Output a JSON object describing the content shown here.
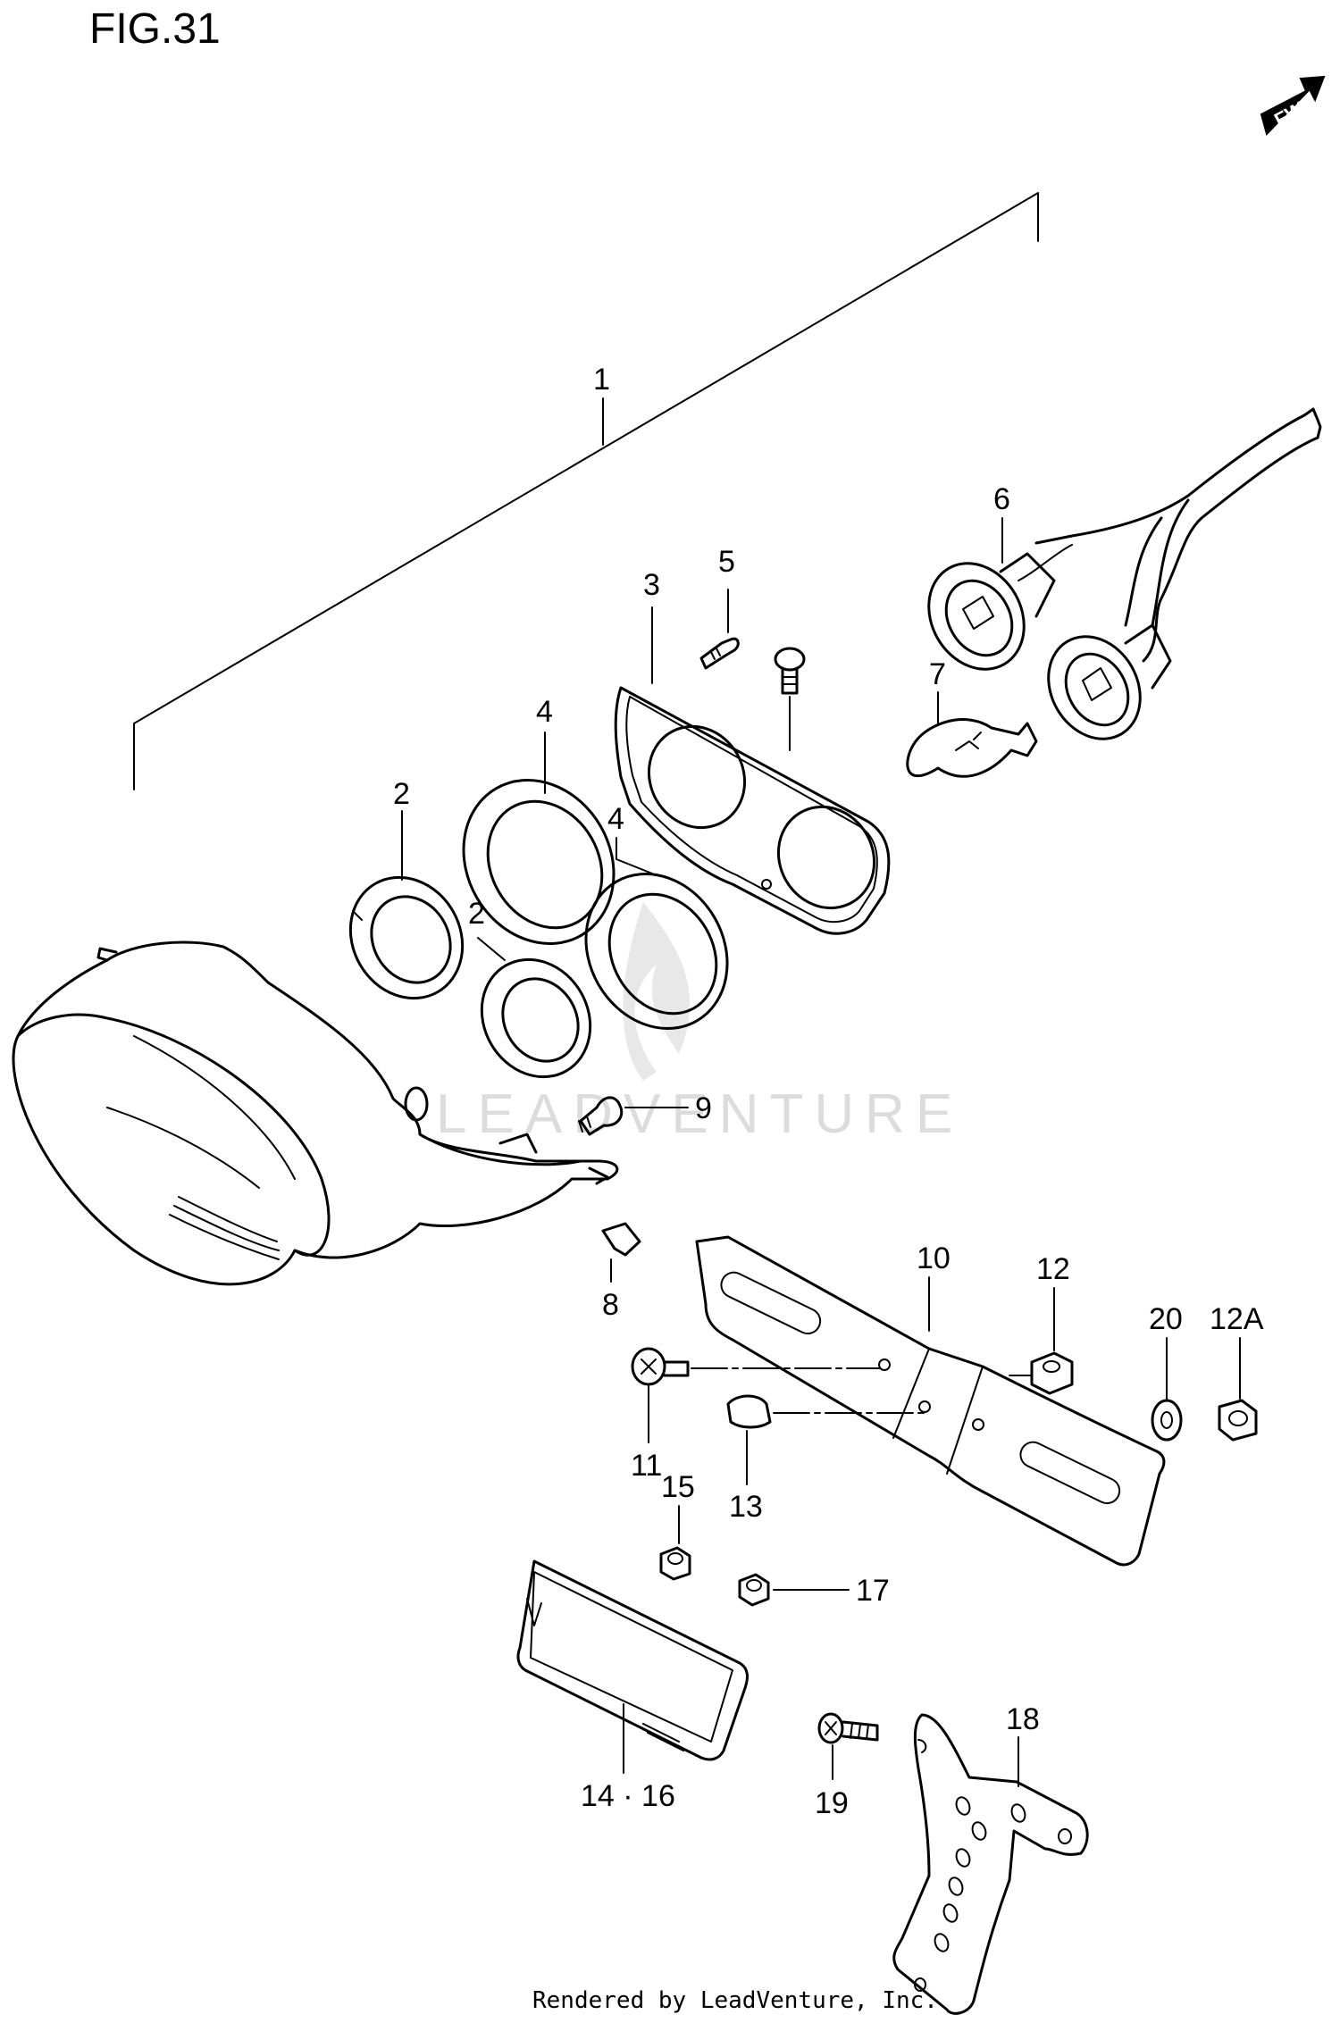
{
  "figure": {
    "title": "FIG.31"
  },
  "direction_badge": {
    "label": "FWD"
  },
  "watermark": {
    "text": "LEADVENTURE"
  },
  "callouts": {
    "p1": "1",
    "p2a": "2",
    "p2b": "2",
    "p3": "3",
    "p4a": "4",
    "p4b": "4",
    "p5": "5",
    "p6": "6",
    "p7": "7",
    "p8": "8",
    "p9": "9",
    "p10": "10",
    "p11": "11",
    "p12": "12",
    "p12a": "12A",
    "p13": "13",
    "p14_16": "14 · 16",
    "p15": "15",
    "p17": "17",
    "p18": "18",
    "p19": "19",
    "p20": "20"
  },
  "footer": {
    "credit": "Rendered by LeadVenture, Inc."
  }
}
